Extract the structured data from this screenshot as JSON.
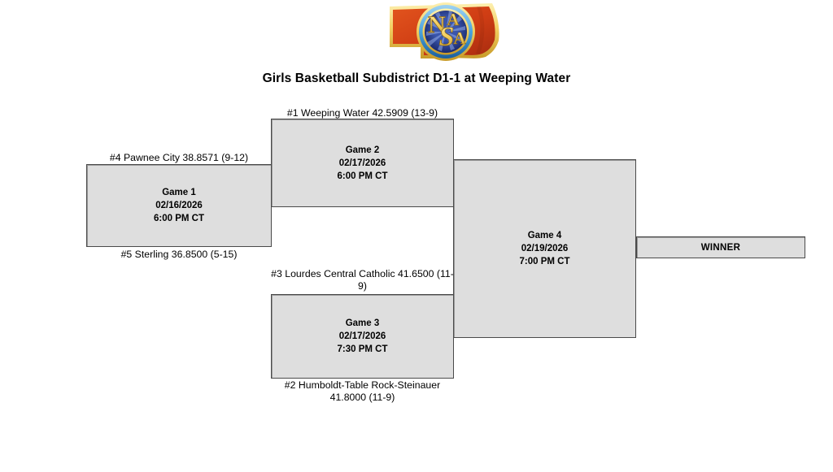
{
  "logo": {
    "name": "nsaa-logo",
    "alt_text": "NSAA",
    "letters": "NSAA",
    "state_color": "#d64214",
    "state_border_color": "#f2c75c",
    "circle_outer_color": "#3a6fc4",
    "circle_inner_color": "#1f2f8a",
    "letter_color": "#f5d76e"
  },
  "header": {
    "title": "Girls Basketball Subdistrict D1-1 at Weeping Water"
  },
  "colors": {
    "box_fill": "#dedede",
    "box_border": "#4a4a4a",
    "text": "#000000",
    "page_background": "#ffffff"
  },
  "bracket": {
    "games": [
      {
        "id": "game1",
        "name": "Game 1",
        "date": "02/16/2026",
        "time": "6:00 PM CT",
        "top_team": "#4 Pawnee City 38.8571 (9-12)",
        "bottom_team": "#5 Sterling 36.8500 (5-15)"
      },
      {
        "id": "game2",
        "name": "Game 2",
        "date": "02/17/2026",
        "time": "6:00 PM CT",
        "top_team": "#1 Weeping Water 42.5909 (13-9)",
        "bottom_team": ""
      },
      {
        "id": "game3",
        "name": "Game 3",
        "date": "02/17/2026",
        "time": "7:30 PM CT",
        "top_team": "#3 Lourdes Central Catholic 41.6500 (11-9)",
        "bottom_team": "#2 Humboldt-Table Rock-Steinauer 41.8000 (11-9)"
      },
      {
        "id": "game4",
        "name": "Game 4",
        "date": "02/19/2026",
        "time": "7:00 PM CT",
        "top_team": "",
        "bottom_team": ""
      }
    ],
    "winner_label": "WINNER"
  }
}
